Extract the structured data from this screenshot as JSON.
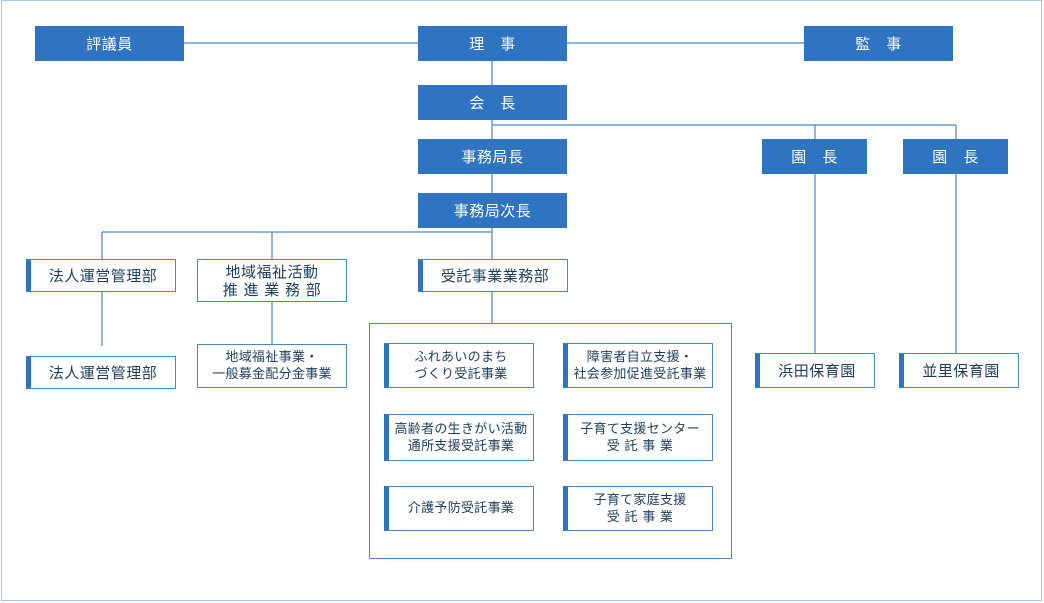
{
  "colors": {
    "primary": "#2f74c0",
    "border": "#4a86c8",
    "text": "#1f3d5c",
    "frame": "#a9c8e3"
  },
  "org": {
    "councilors": "評議員",
    "directors": "理　事",
    "auditors": "監　事",
    "chairman": "会　長",
    "secretary_general": "事務局長",
    "deputy_secretary_general": "事務局次長",
    "principal_a": "園　長",
    "principal_b": "園　長",
    "corp_dept": "法人運営管理部",
    "community_dept": "地域福祉活動\n推 進 業 務 部",
    "contract_dept": "受託事業業務部",
    "corp_section": "法人運営管理部",
    "community_section": "地域福祉事業・\n一般募金配分金事業",
    "nursery_hamada": "浜田保育園",
    "nursery_namisato": "並里保育園"
  },
  "contract_projects": [
    "ふれあいのまち\nづくり受託事業",
    "障害者自立支援・\n社会参加促進受託事業",
    "高齢者の生きがい活動\n通所支援受託事業",
    "子育て支援センター\n受 託 事 業",
    "介護予防受託事業",
    "子育て家庭支援\n受 託 事 業"
  ]
}
